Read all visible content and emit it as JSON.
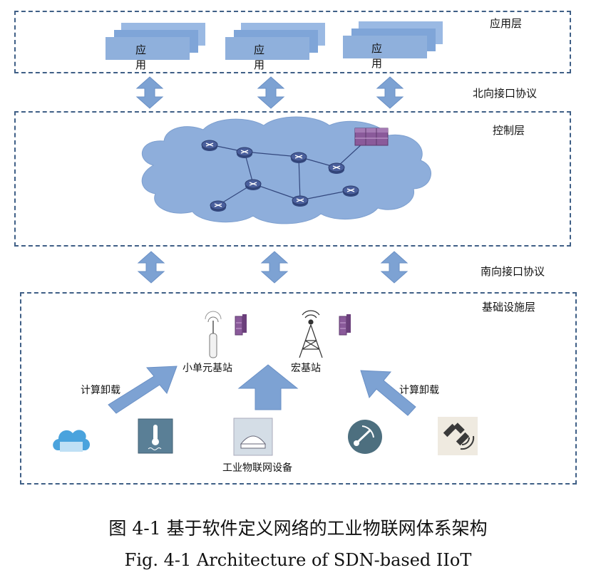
{
  "layers": {
    "app": {
      "title": "应用层",
      "apps": [
        "应用",
        "应用",
        "应用"
      ]
    },
    "northbound": "北向接口协议",
    "control": {
      "title": "控制层"
    },
    "southbound": "南向接口协议",
    "infra": {
      "title": "基础设施层",
      "small_cell": "小单元基站",
      "macro": "宏基站",
      "offload_left": "计算卸载",
      "offload_right": "计算卸载",
      "devices": "工业物联网设备"
    }
  },
  "caption": {
    "zh": "图 4-1  基于软件定义网络的工业物联网体系架构",
    "en": "Fig. 4-1 Architecture of SDN-based IIoT"
  },
  "colors": {
    "dash": "#3f5f86",
    "arrow": "#7da2d3",
    "cloud": "#8eaedb",
    "router": "#4a5f9c",
    "server": "#8a5a9a"
  }
}
